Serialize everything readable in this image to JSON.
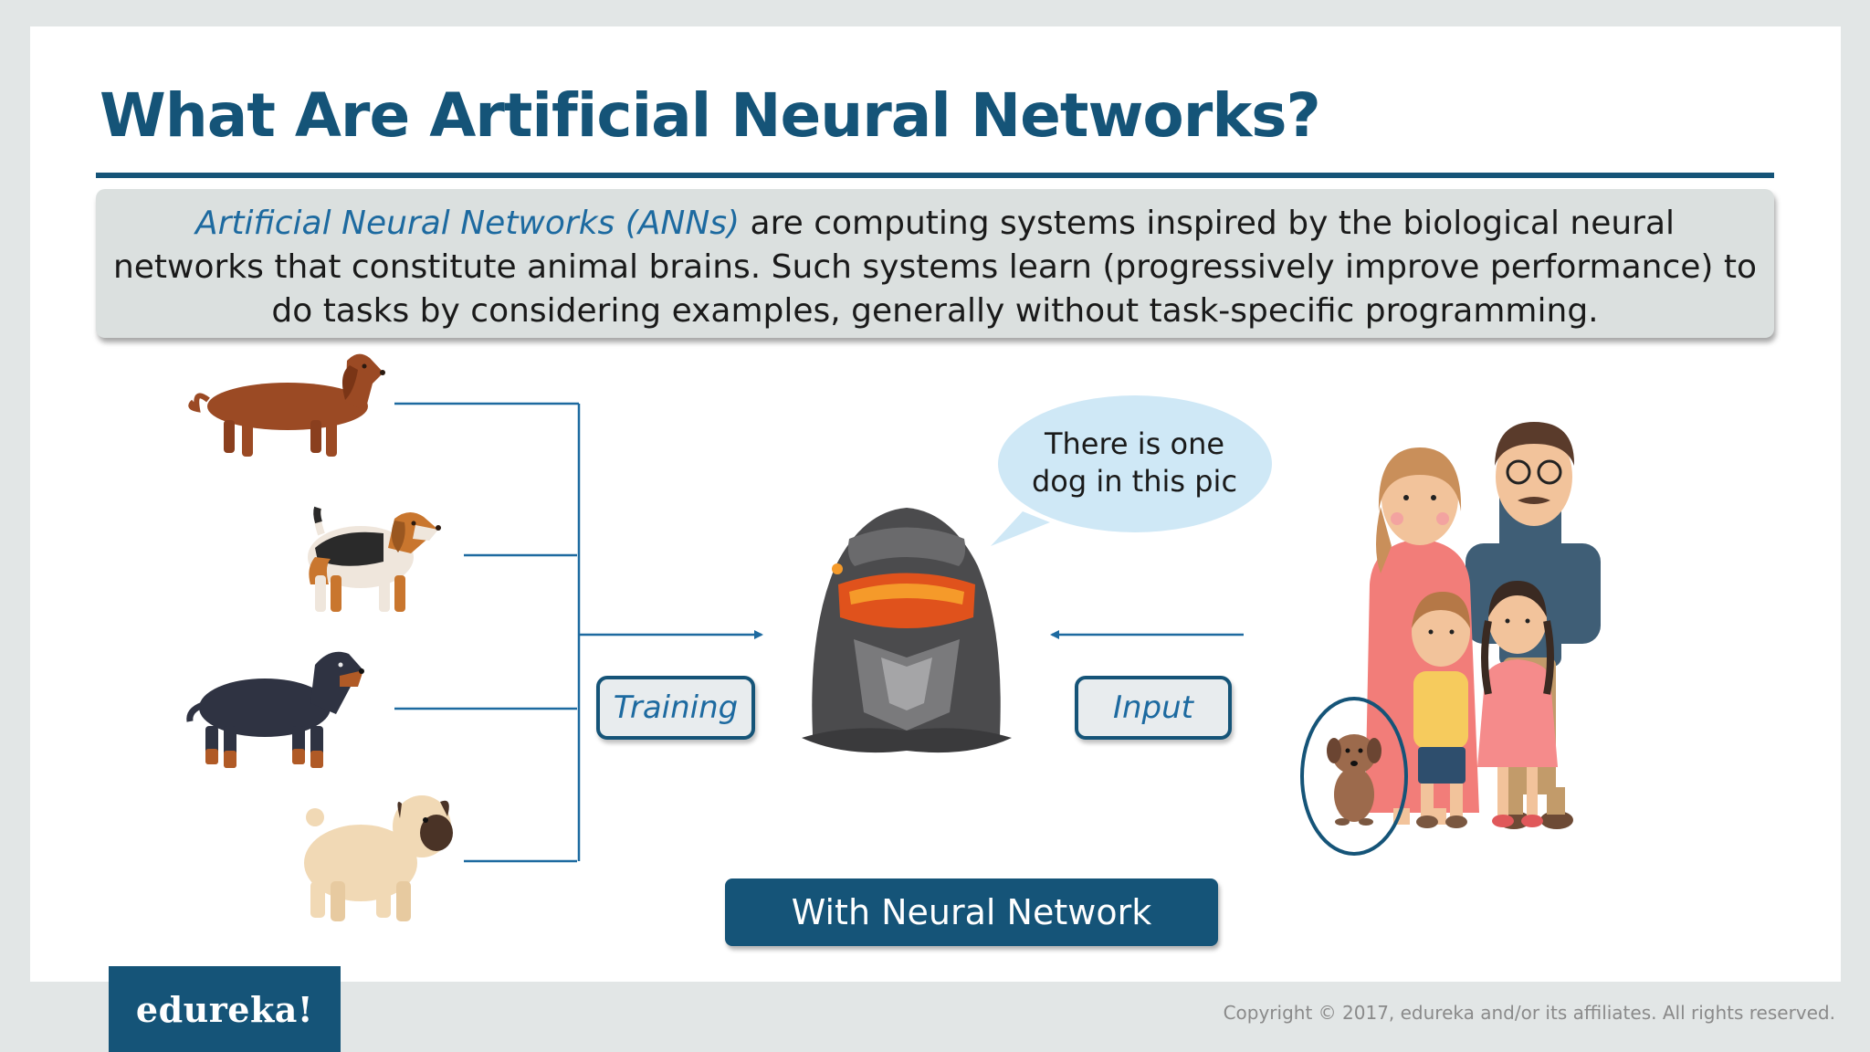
{
  "slide": {
    "title": "What Are Artificial Neural Networks?",
    "definition": {
      "term": "Artificial Neural Networks (ANNs)",
      "line1_rest": " are computing systems inspired by the biological neural",
      "line2": "networks that constitute animal brains. Such systems learn (progressively improve performance) to",
      "line3": "do tasks by considering examples, generally without task-specific programming."
    }
  },
  "diagram": {
    "speech_bubble": {
      "line1": "There is one",
      "line2": "dog in this pic"
    },
    "training_label": "Training",
    "input_label": "Input",
    "banner_label": "With Neural Network",
    "icons": [
      "dachshund-icon",
      "beagle-icon",
      "rottweiler-icon",
      "pug-icon",
      "robot-head-icon",
      "family-icon",
      "small-dog-icon"
    ]
  },
  "footer": {
    "logo": "edureka!",
    "copyright": "Copyright © 2017, edureka and/or its affiliates. All rights reserved."
  },
  "colors": {
    "primary": "#155478",
    "accent": "#1d6aa0",
    "bubble": "#cfe8f6",
    "panel": "#dbe0df"
  }
}
